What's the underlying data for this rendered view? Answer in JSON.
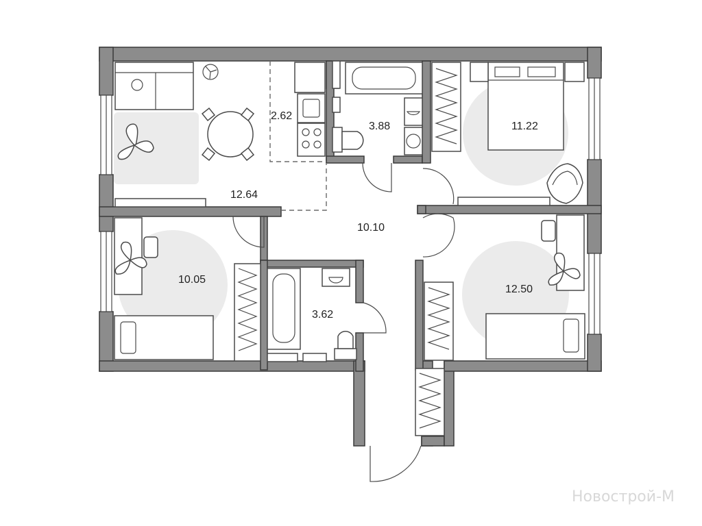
{
  "rooms": [
    {
      "id": "living",
      "area": "12.64"
    },
    {
      "id": "kitchen-niche",
      "area": "2.62"
    },
    {
      "id": "bathroom-top",
      "area": "3.88"
    },
    {
      "id": "bedroom-top-right",
      "area": "11.22"
    },
    {
      "id": "hallway",
      "area": "10.10"
    },
    {
      "id": "bedroom-left",
      "area": "10.05"
    },
    {
      "id": "bathroom-bottom",
      "area": "3.62"
    },
    {
      "id": "bedroom-right",
      "area": "12.50"
    }
  ],
  "watermark": "Новострой-М",
  "colors": {
    "wall": "#8c8c8c",
    "zone": "#ebebeb",
    "line": "#4a4a4a"
  }
}
